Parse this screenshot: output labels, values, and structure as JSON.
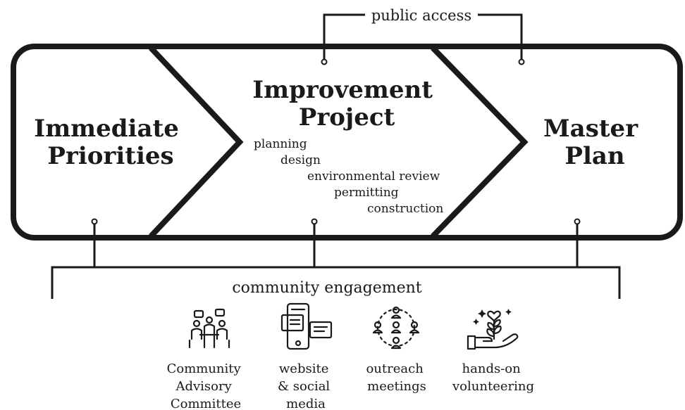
{
  "stages": [
    {
      "title_lines": [
        "Immediate",
        "Priorities"
      ]
    },
    {
      "title_lines": [
        "Improvement",
        "Project"
      ]
    },
    {
      "title_lines": [
        "Master",
        "Plan"
      ]
    }
  ],
  "project_steps": [
    "planning",
    "design",
    "environmental review",
    "permitting",
    "construction"
  ],
  "public_access": {
    "label": "public access"
  },
  "community_engagement": {
    "label": "community engagement"
  },
  "channels": [
    {
      "icon": "advisory-committee-meeting-icon",
      "label_lines": [
        "Community",
        "Advisory",
        "Committee"
      ]
    },
    {
      "icon": "website-social-media-icon",
      "label_lines": [
        "website",
        "& social",
        "media"
      ]
    },
    {
      "icon": "outreach-meetings-icon",
      "label_lines": [
        "outreach",
        "meetings"
      ]
    },
    {
      "icon": "hands-on-volunteering-icon",
      "label_lines": [
        "hands-on",
        "volunteering"
      ]
    }
  ]
}
